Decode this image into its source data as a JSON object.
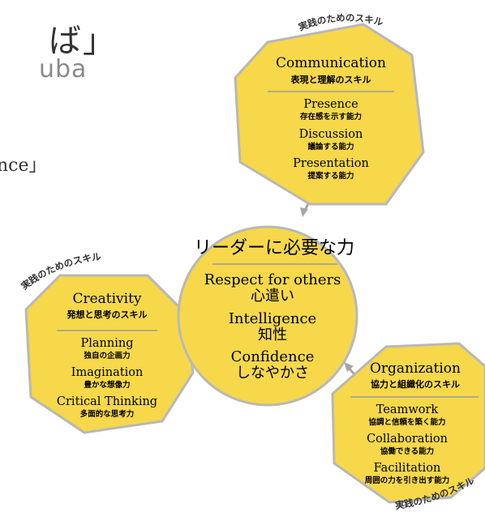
{
  "header": {
    "title_fragment": "ば」",
    "romaji_fragment": "uba",
    "subtitle_fragment": "nce」"
  },
  "arc_label": "実践のためのスキル",
  "core": {
    "title": "リーダーに必要な力",
    "items": [
      {
        "en": "Respect for others",
        "jp": "心遣い"
      },
      {
        "en": "Intelligence",
        "jp": "知性"
      },
      {
        "en": "Confidence",
        "jp": "しなやかさ"
      }
    ]
  },
  "communication": {
    "title": "Communication",
    "subtitle": "表現と理解のスキル",
    "items": [
      {
        "en": "Presence",
        "jp": "存在感を示す能力"
      },
      {
        "en": "Discussion",
        "jp": "議論する能力"
      },
      {
        "en": "Presentation",
        "jp": "提案する能力"
      }
    ]
  },
  "creativity": {
    "title": "Creativity",
    "subtitle": "発想と思考のスキル",
    "items": [
      {
        "en": "Planning",
        "jp": "独自の企画力"
      },
      {
        "en": "Imagination",
        "jp": "豊かな想像力"
      },
      {
        "en": "Critical Thinking",
        "jp": "多面的な思考力"
      }
    ]
  },
  "organization": {
    "title": "Organization",
    "subtitle": "協力と組織化のスキル",
    "items": [
      {
        "en": "Teamwork",
        "jp": "協調と信頼を築く能力"
      },
      {
        "en": "Collaboration",
        "jp": "協働できる能力"
      },
      {
        "en": "Facilitation",
        "jp": "周囲の力を引き出す能力"
      }
    ]
  },
  "colors": {
    "fill": "#f6d84a",
    "outline": "#b8b8b8",
    "arrow": "#a6a6a6",
    "divider": "#9a9a9a"
  }
}
